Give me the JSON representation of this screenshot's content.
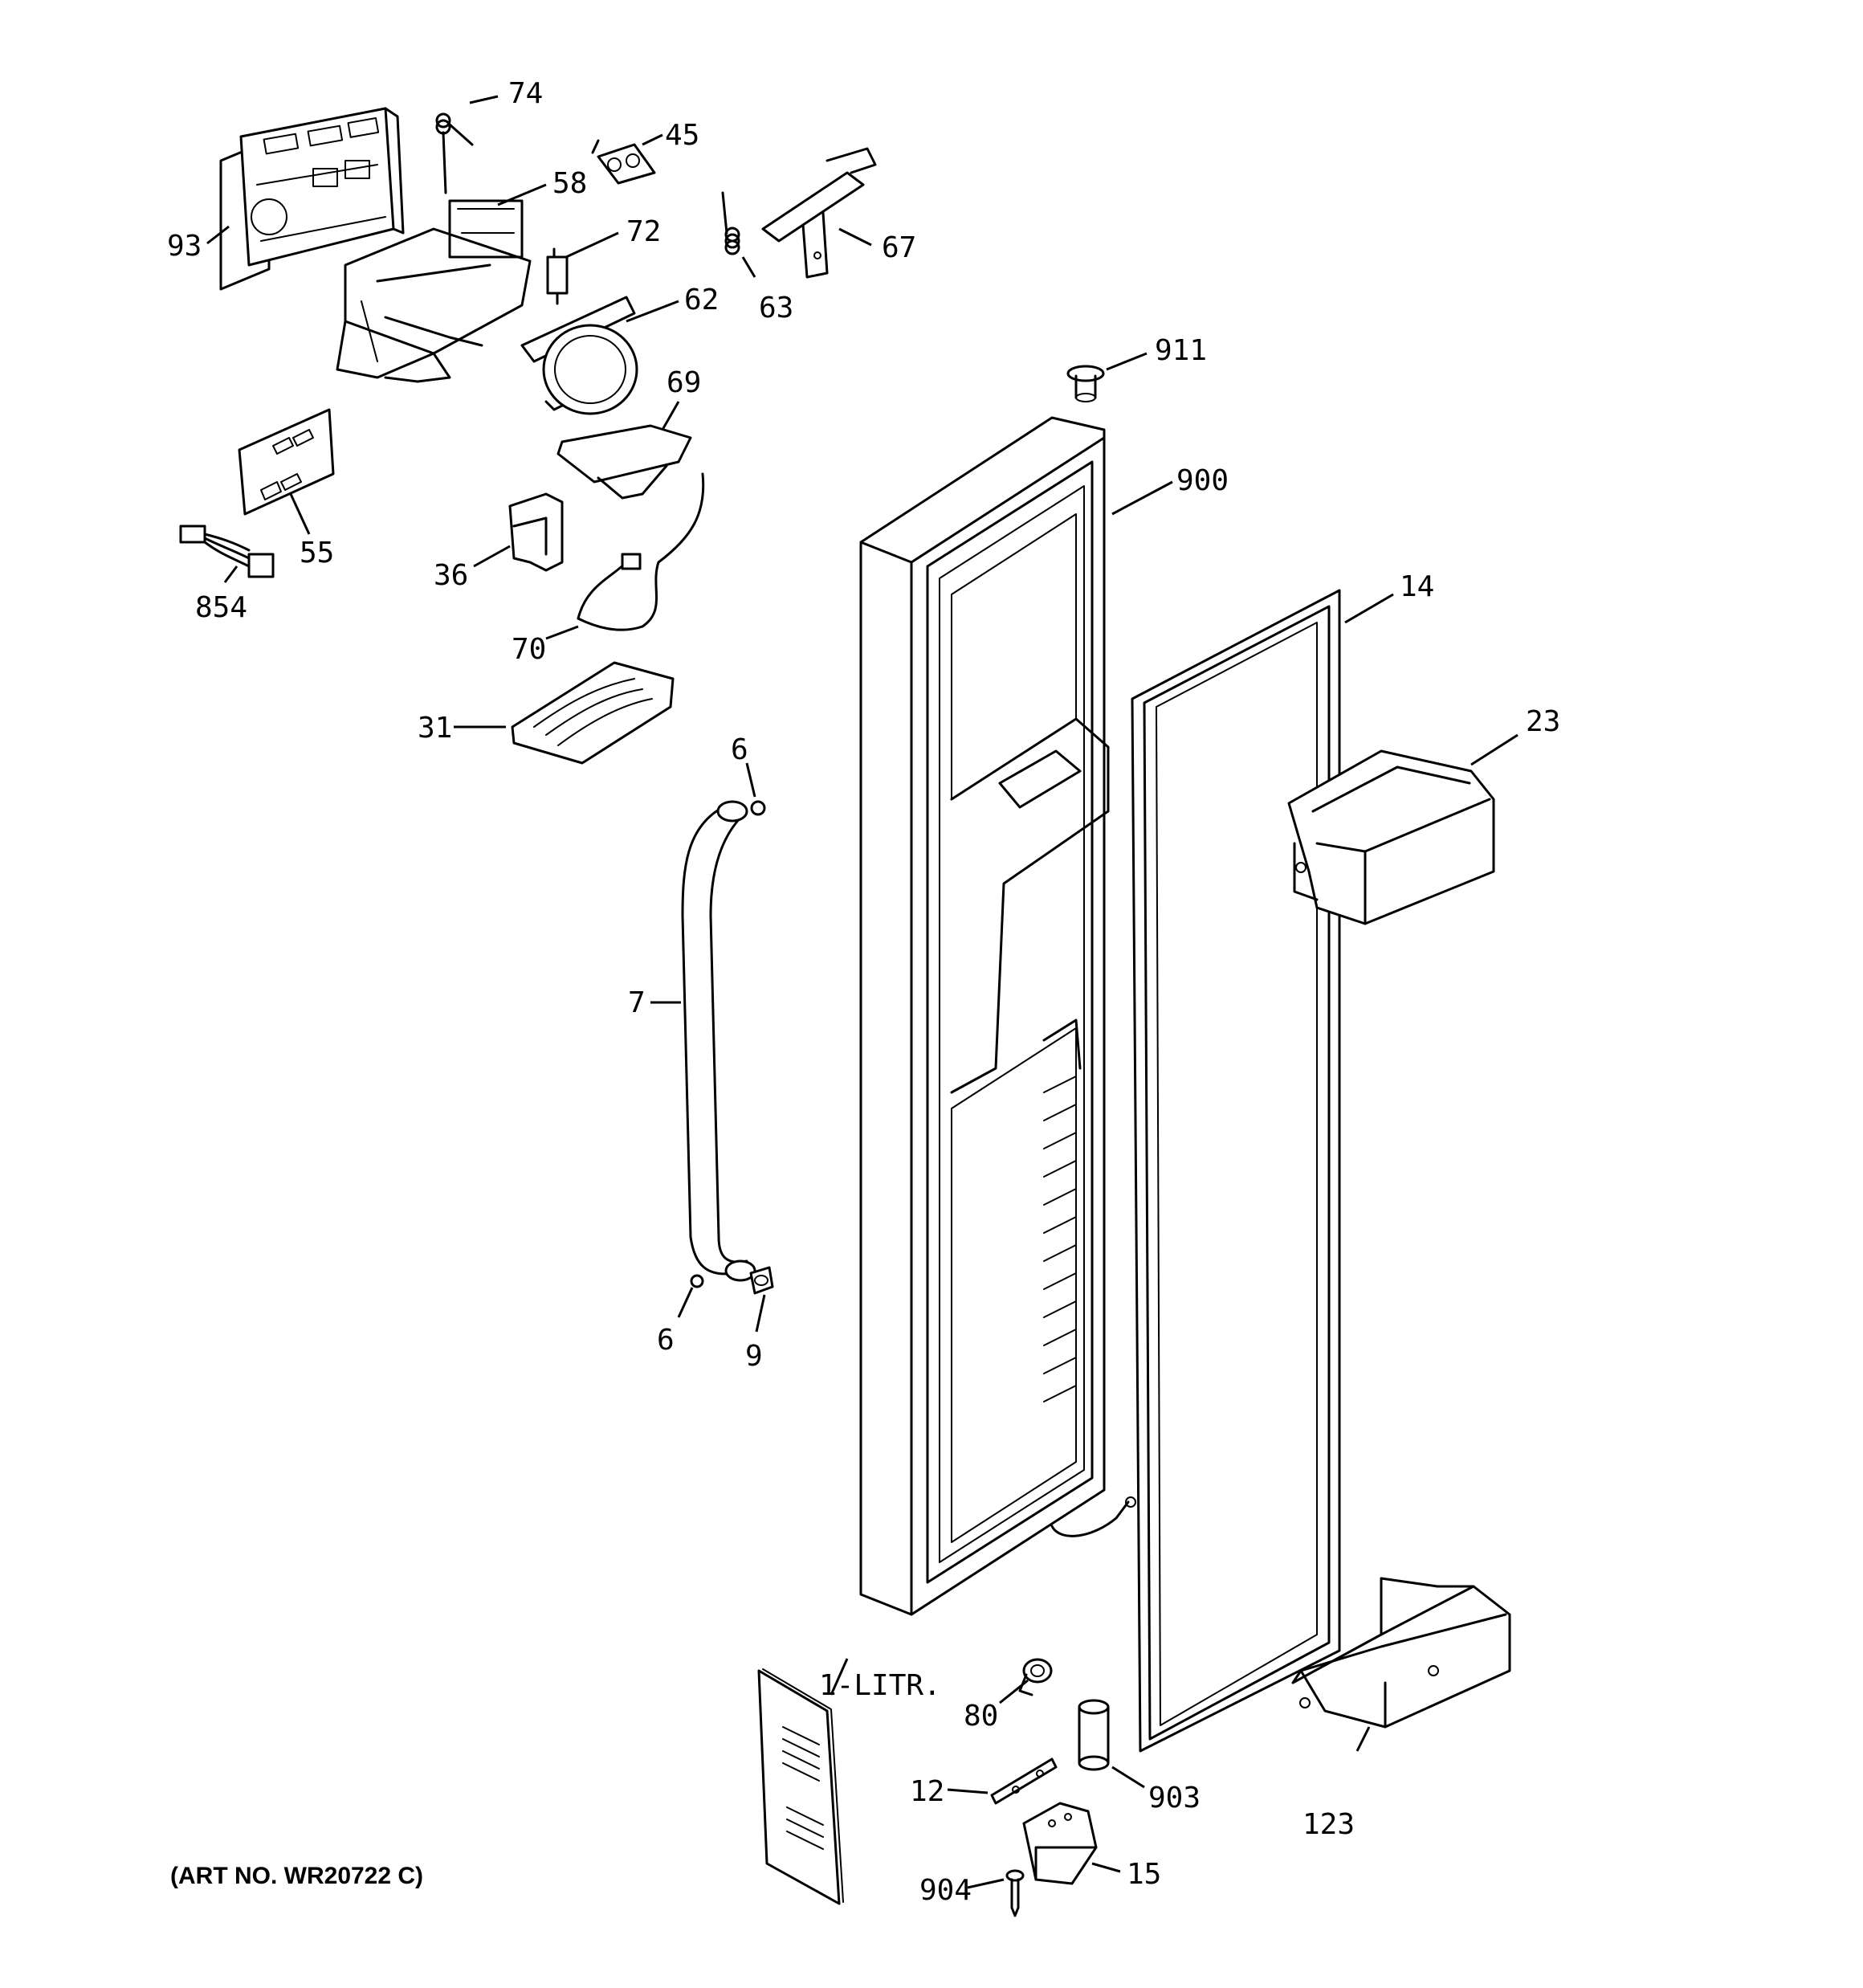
{
  "callouts": [
    {
      "id": "93",
      "label": "93"
    },
    {
      "id": "74",
      "label": "74"
    },
    {
      "id": "45",
      "label": "45"
    },
    {
      "id": "58",
      "label": "58"
    },
    {
      "id": "72",
      "label": "72"
    },
    {
      "id": "67",
      "label": "67"
    },
    {
      "id": "63",
      "label": "63"
    },
    {
      "id": "62",
      "label": "62"
    },
    {
      "id": "911",
      "label": "911"
    },
    {
      "id": "69",
      "label": "69"
    },
    {
      "id": "900",
      "label": "900"
    },
    {
      "id": "55",
      "label": "55"
    },
    {
      "id": "36",
      "label": "36"
    },
    {
      "id": "854",
      "label": "854"
    },
    {
      "id": "14",
      "label": "14"
    },
    {
      "id": "70",
      "label": "70"
    },
    {
      "id": "23",
      "label": "23"
    },
    {
      "id": "31",
      "label": "31"
    },
    {
      "id": "6a",
      "label": "6"
    },
    {
      "id": "7",
      "label": "7"
    },
    {
      "id": "6b",
      "label": "6"
    },
    {
      "id": "9",
      "label": "9"
    },
    {
      "id": "1-litr",
      "label": "1-LITR."
    },
    {
      "id": "80",
      "label": "80"
    },
    {
      "id": "12",
      "label": "12"
    },
    {
      "id": "903",
      "label": "903"
    },
    {
      "id": "123",
      "label": "123"
    },
    {
      "id": "904",
      "label": "904"
    },
    {
      "id": "15",
      "label": "15"
    }
  ],
  "art_number": "(ART NO. WR20722 C)"
}
